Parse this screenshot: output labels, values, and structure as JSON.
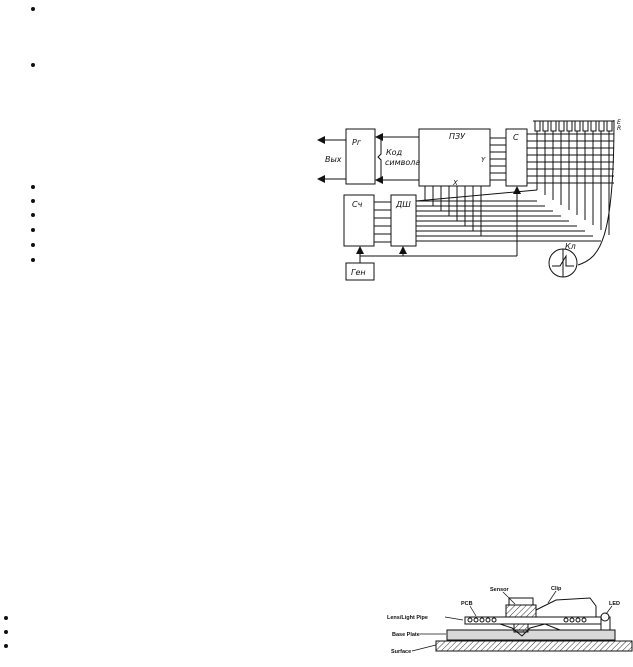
{
  "keyboard_diagram": {
    "blocks": {
      "pg": "Рг",
      "pzu": "ПЗУ",
      "c": "С",
      "sch": "Сч",
      "dsh": "ДШ",
      "gen": "Ген"
    },
    "labels": {
      "out": "Вых",
      "code_line1": "Код",
      "code_line2": "символа",
      "y": "Y",
      "x": "X",
      "kl": "Кл",
      "e": "Е",
      "r": "R"
    }
  },
  "mouse_diagram": {
    "labels": {
      "sensor": "Sensor",
      "clip": "Clip",
      "pcb": "PCB",
      "led": "LED",
      "lens": "Lens/Light Pipe",
      "base": "Base Plate",
      "surface": "Surface"
    }
  }
}
